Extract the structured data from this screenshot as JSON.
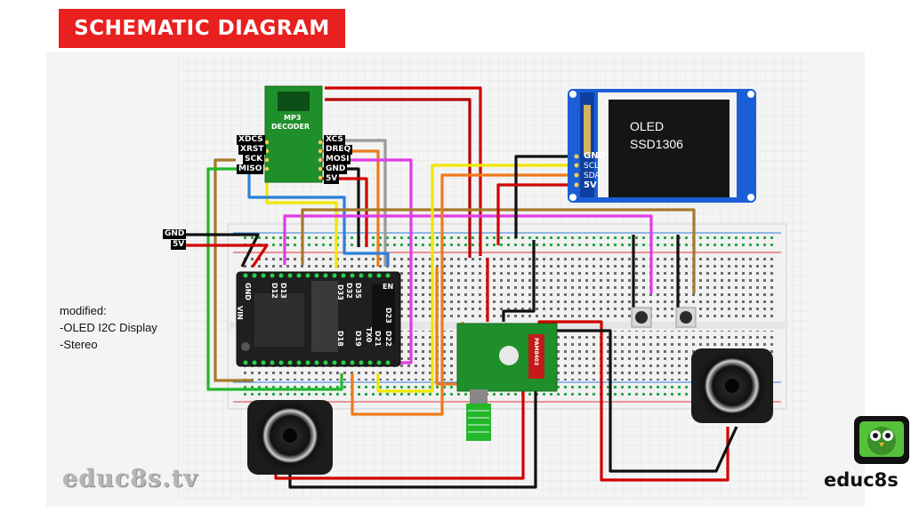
{
  "title": "SCHEMATIC DIAGRAM",
  "mp3_decoder": {
    "name_line1": "MP3",
    "name_line2": "DECODER",
    "left_pins": [
      "XDCS",
      "XRST",
      "SCK",
      "MISO"
    ],
    "right_pins": [
      "XCS",
      "DREQ",
      "MOSI",
      "GND",
      "5V"
    ]
  },
  "oled": {
    "line1": "OLED",
    "line2": "SSD1306",
    "pins": [
      "GND",
      "SCL",
      "SDA",
      "5V"
    ]
  },
  "power_labels": {
    "gnd": "GND",
    "v5": "5V"
  },
  "esp32_pins": [
    "GND",
    "VIN",
    "D12",
    "D13",
    "D35",
    "D32",
    "D33",
    "D18",
    "D19",
    "TX0",
    "D21",
    "D22",
    "D23",
    "EN"
  ],
  "amp_labels": [
    "PAM8403"
  ],
  "note": {
    "line1": "modified:",
    "line2": "-OLED I2C Display",
    "line3": "-Stereo"
  },
  "brand_left": "educ8s.tv",
  "brand_right": "educ8s",
  "colors": {
    "banner": "#e8201f",
    "wire_red": "#d00000",
    "wire_black": "#111111",
    "wire_yellow": "#f2e600",
    "wire_green": "#22b82a",
    "wire_blue": "#2d7fdb",
    "wire_magenta": "#e23be8",
    "wire_orange": "#ef7a1a",
    "wire_brown": "#a57a2a",
    "wire_gray": "#9a9a9a",
    "oled_frame": "#1a5fd6",
    "board_green": "#1f8f2c"
  }
}
